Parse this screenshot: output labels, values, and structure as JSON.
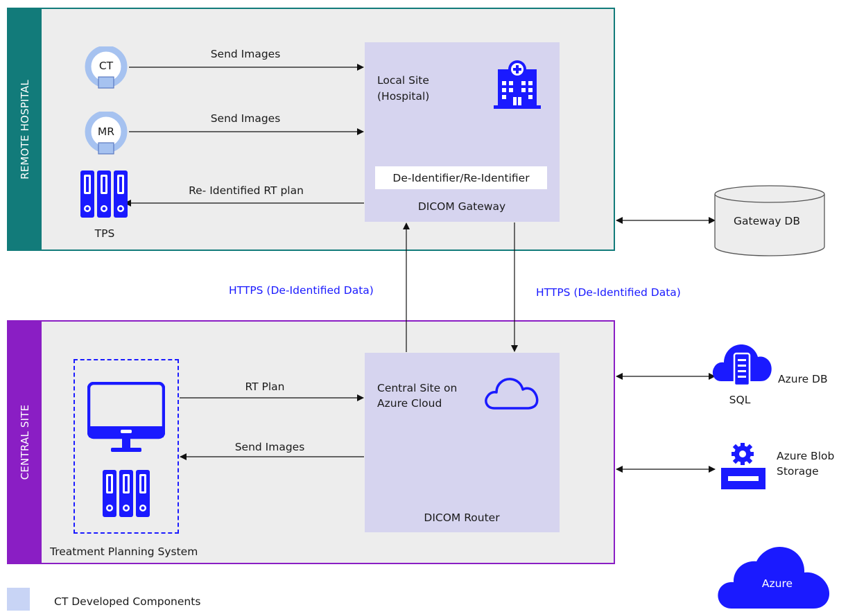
{
  "zones": {
    "remote": {
      "label": "REMOTE HOSPITAL",
      "color": "#127b7a"
    },
    "central": {
      "label": "CENTRAL SITE",
      "color": "#8a1ec4"
    }
  },
  "devices": {
    "ct": {
      "label": "CT"
    },
    "mr": {
      "label": "MR"
    },
    "tps": {
      "label": "TPS"
    }
  },
  "gateway": {
    "title_line1": "Local Site",
    "title_line2": "(Hospital)",
    "deidentifier": "De-Identifier/Re-Identifier",
    "name": "DICOM Gateway"
  },
  "router": {
    "title_line1": "Central Site on",
    "title_line2": "Azure Cloud",
    "name": "DICOM Router"
  },
  "arrows": {
    "ct_send": "Send Images",
    "mr_send": "Send Images",
    "re_identified": "Re- Identified RT plan",
    "https_up": "HTTPS (De-Identified Data)",
    "https_down": "HTTPS (De-Identified Data)",
    "rt_plan": "RT Plan",
    "send_images_back": "Send Images"
  },
  "planning": {
    "label": "Treatment Planning System"
  },
  "external": {
    "gateway_db": "Gateway DB",
    "sql": "SQL",
    "azure_db": "Azure DB",
    "blob_line1": "Azure Blob",
    "blob_line2": "Storage",
    "azure": "Azure"
  },
  "legend": {
    "label": "CT Developed Components",
    "color": "#c8d4f5"
  },
  "colors": {
    "accent_blue": "#1a1aff",
    "component_fill": "#d6d4ef"
  }
}
